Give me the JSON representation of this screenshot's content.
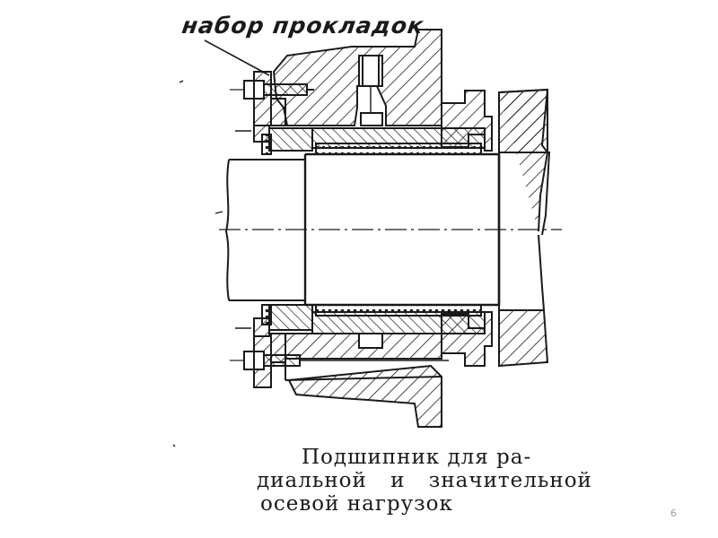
{
  "diagram": {
    "label_top": "набор прокладок",
    "caption_lines": [
      "Подшипник для ра-",
      "диальной и значительной",
      "осевой нагрузок"
    ]
  },
  "slide": {
    "page_number": "6"
  },
  "colors": {
    "ink": "#1a1a1a",
    "page_number": "#9a9a9a",
    "background": "#ffffff"
  }
}
